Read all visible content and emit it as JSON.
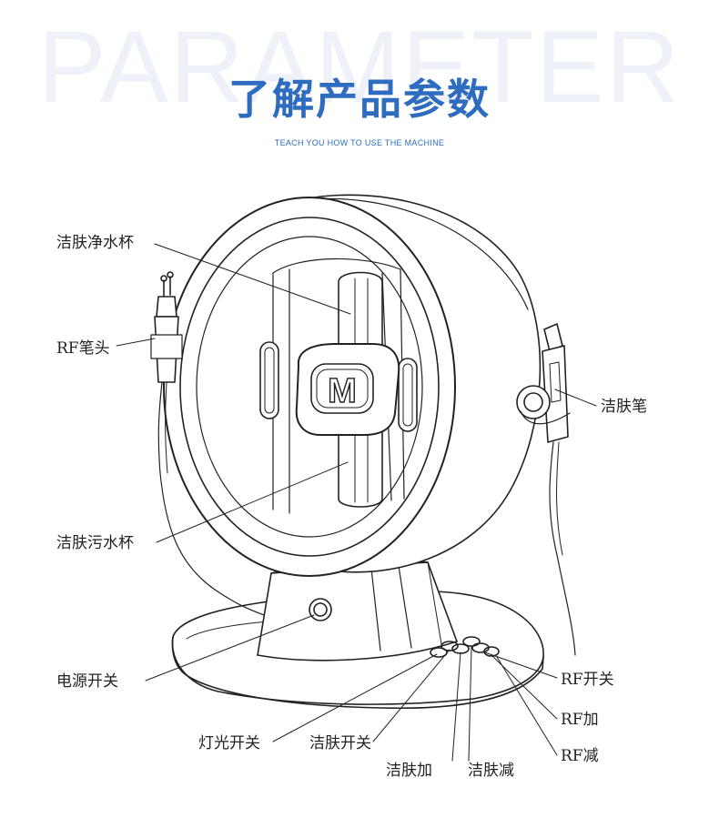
{
  "background_word": "PARAMETER",
  "title": "了解产品参数",
  "subtitle": "TEACH YOU HOW TO USE THE MACHINE",
  "accent_color": "#2e6cc0",
  "logo_text": "M",
  "labels": {
    "clean_water_cup": "洁肤净水杯",
    "rf_pen_head": "RF笔头",
    "cleansing_pen": "洁肤笔",
    "dirty_water_cup": "洁肤污水杯",
    "power_switch": "电源开关",
    "rf_switch": "RF开关",
    "rf_plus": "RF加",
    "rf_minus": "RF减",
    "light_switch": "灯光开关",
    "cleansing_switch": "洁肤开关",
    "cleansing_plus": "洁肤加",
    "cleansing_minus": "洁肤减"
  }
}
